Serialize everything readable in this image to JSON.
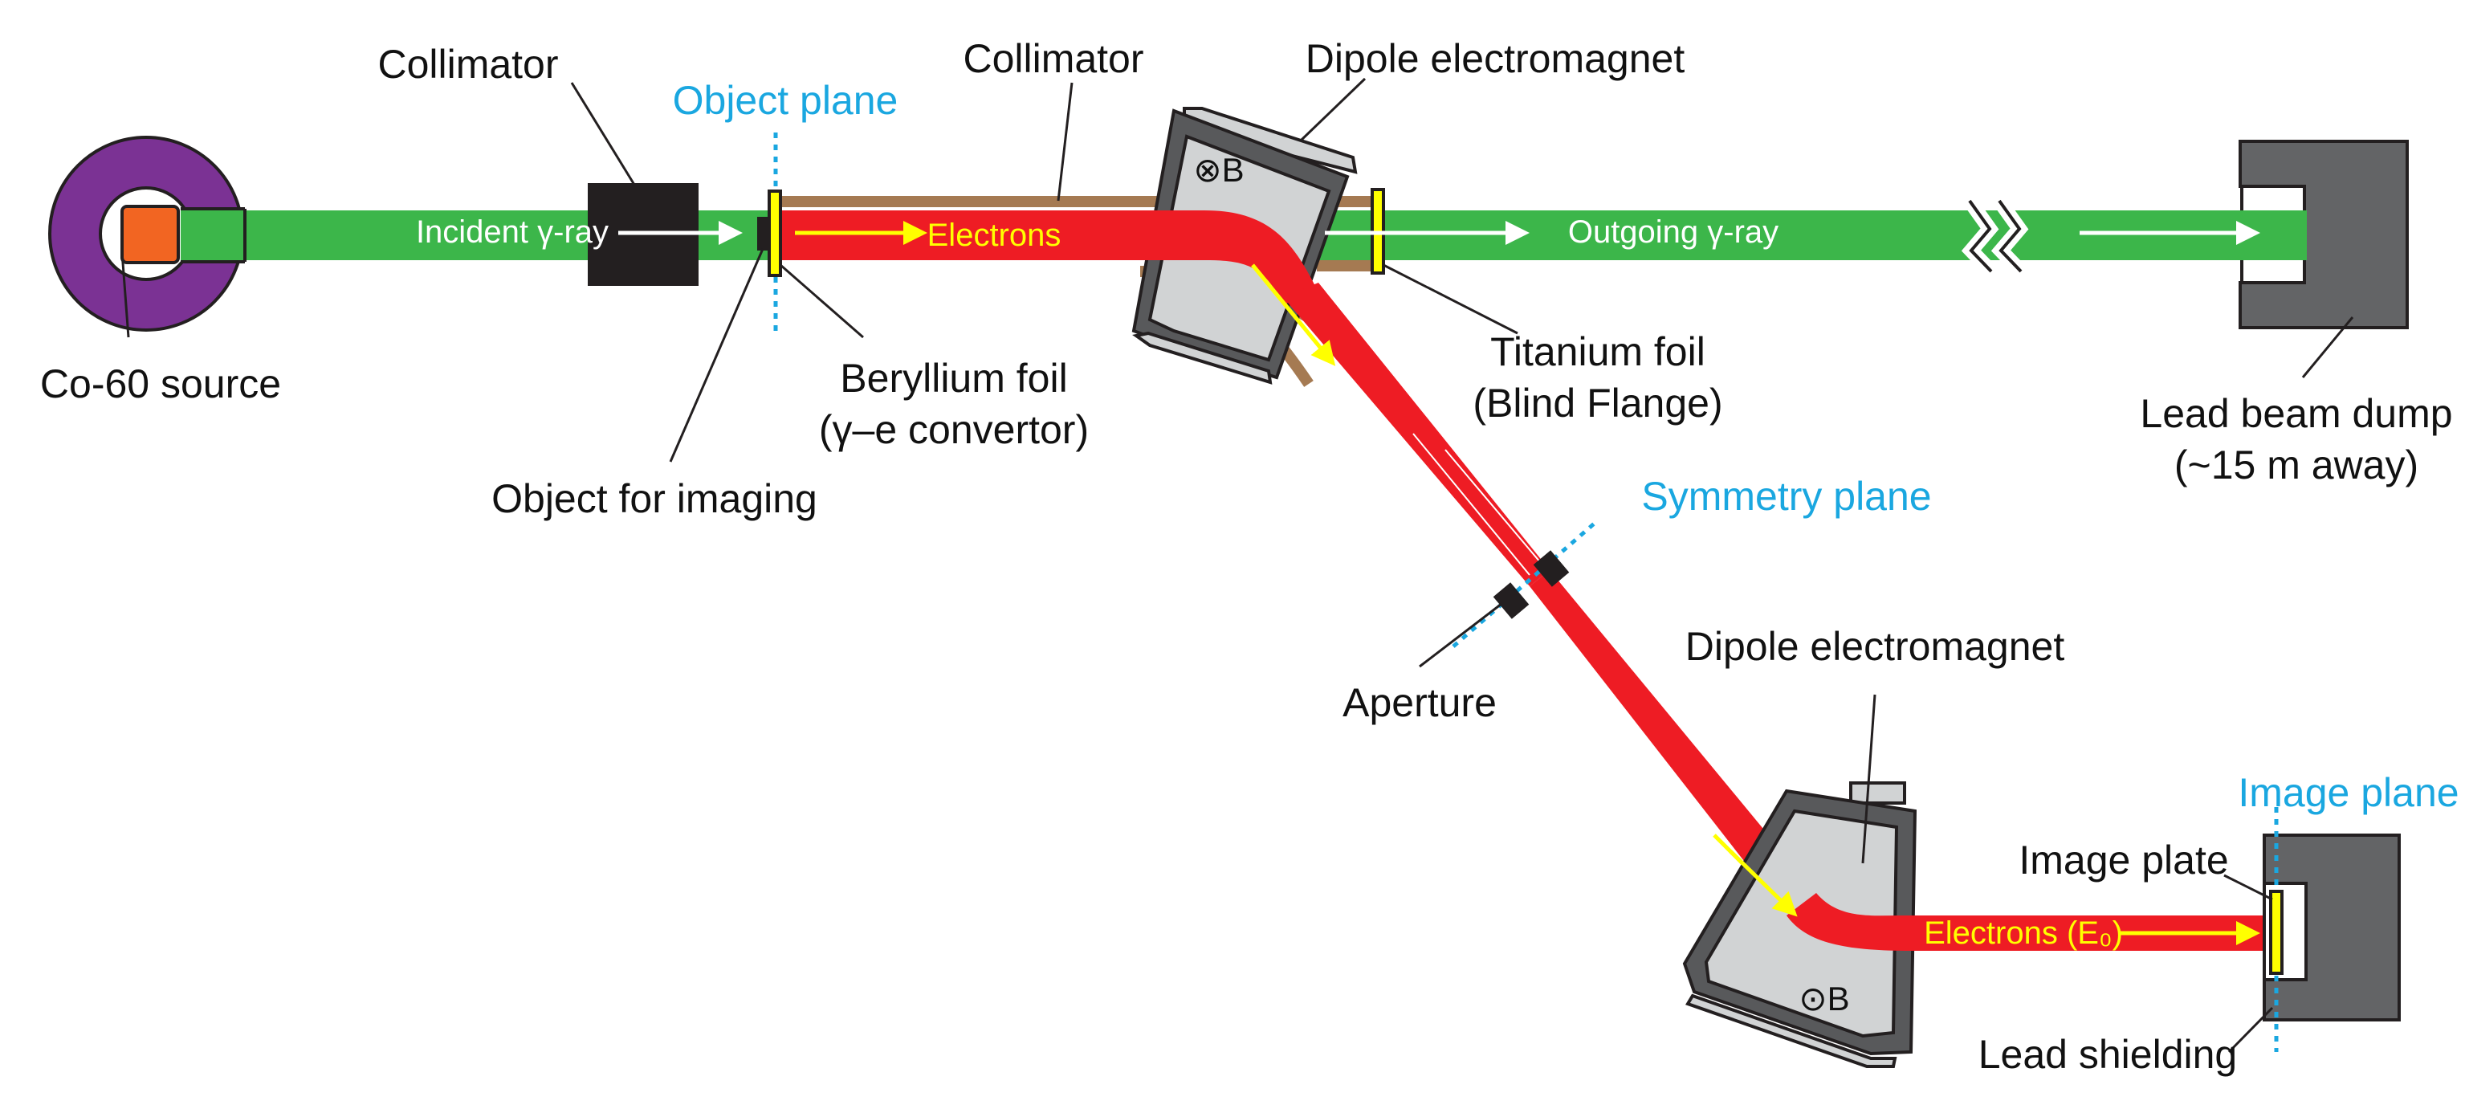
{
  "labels": {
    "collimator_left": "Collimator",
    "object_plane": "Object plane",
    "collimator_mid": "Collimator",
    "dipole_top": "Dipole electromagnet",
    "co60": "Co-60 source",
    "incident": "Incident γ-ray",
    "electrons": "Electrons",
    "outgoing": "Outgoing γ-ray",
    "beryllium_1": "Beryllium foil",
    "beryllium_2": "(γ–e convertor)",
    "object_imaging": "Object for imaging",
    "titanium_1": "Titanium foil",
    "titanium_2": "(Blind Flange)",
    "lead_dump_1": "Lead beam dump",
    "lead_dump_2": "(~15 m away)",
    "symmetry": "Symmetry plane",
    "aperture": "Aperture",
    "dipole_bottom": "Dipole electromagnet",
    "image_plane": "Image plane",
    "image_plate": "Image plate",
    "electrons_e0": "Electrons (E₀)",
    "lead_shielding": "Lead shielding",
    "field_in": "⊗B",
    "field_out": "⊙B"
  },
  "colors": {
    "gamma_beam": "#3cb64a",
    "electron_beam": "#ee1c24",
    "beam_text": "#ffff00",
    "plane_blue": "#1aa7e0",
    "source_ring": "#7b3294",
    "source_core": "#f26522",
    "collimator_pipe": "#a57a52",
    "magnet_fill": "#d1d3d4",
    "magnet_frame": "#58595b",
    "lead": "#636466",
    "collimator_block": "#231f20"
  }
}
